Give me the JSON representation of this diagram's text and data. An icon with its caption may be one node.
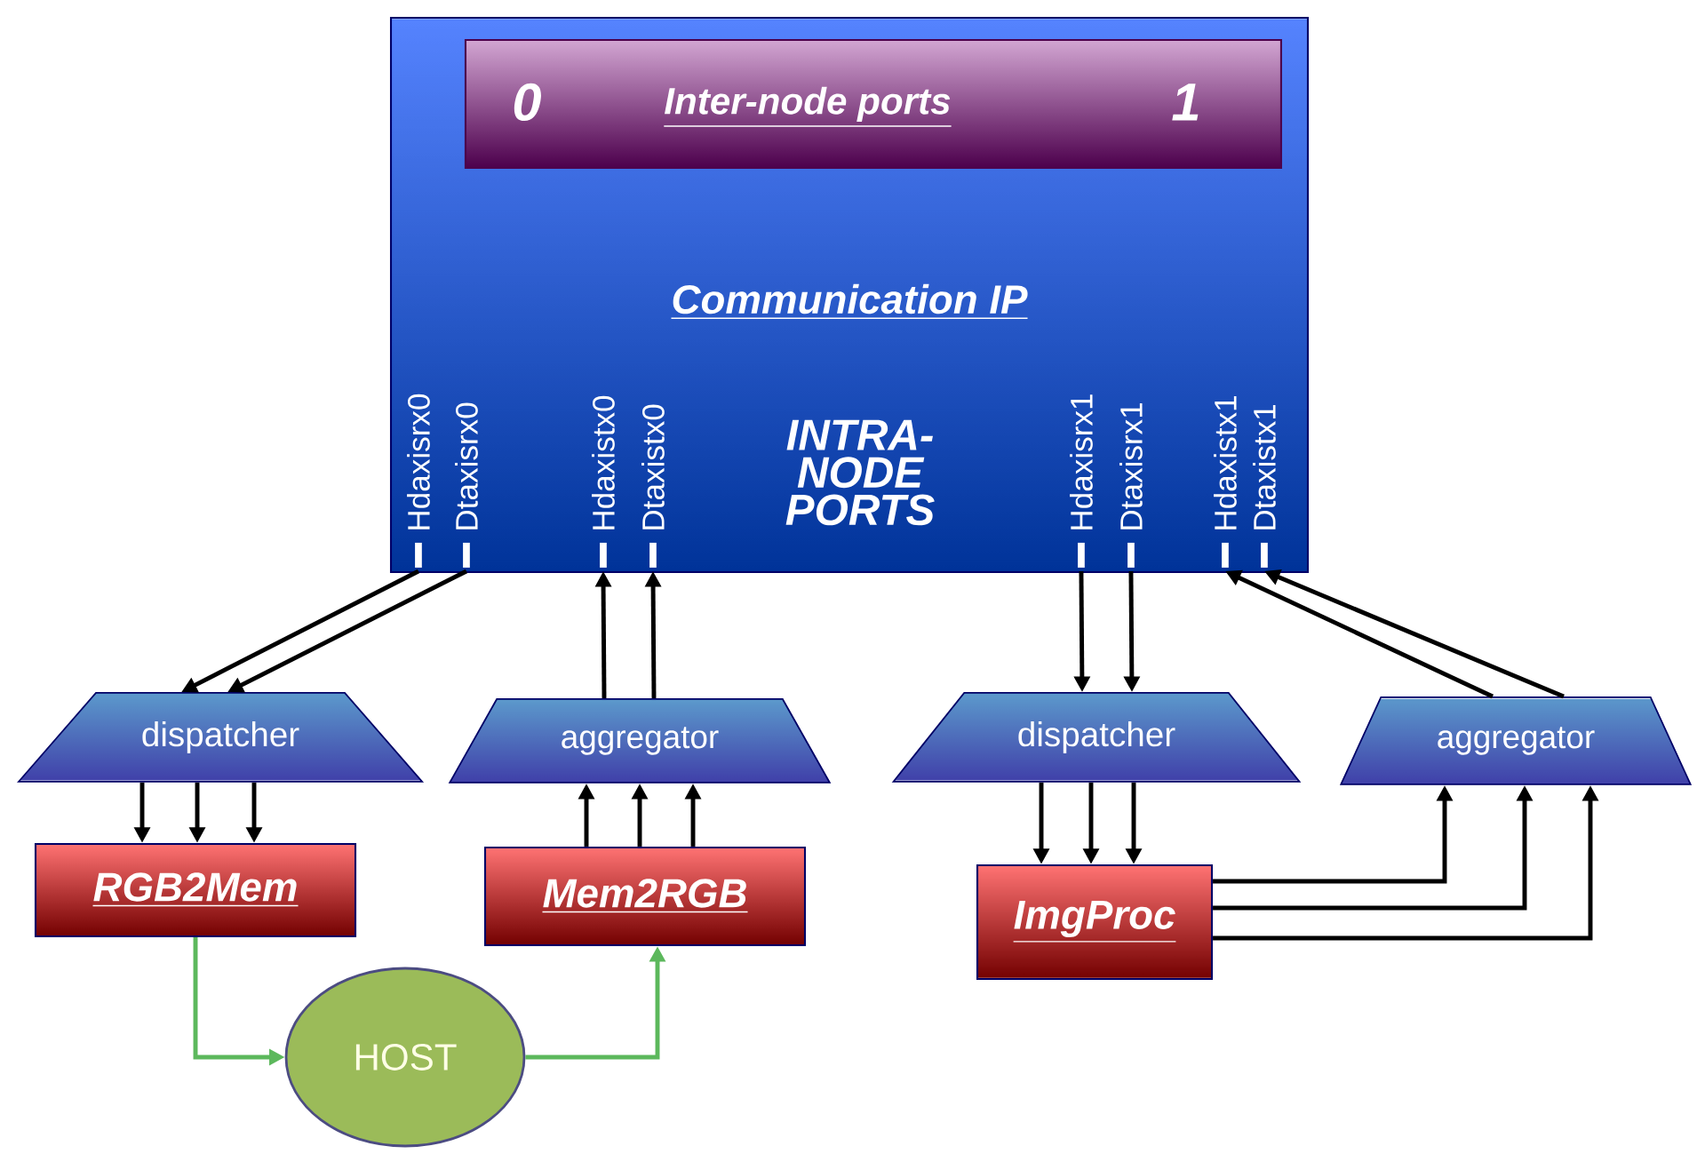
{
  "diagram": {
    "nodes": [
      {
        "text": [
          "Communication IP",
          "INTRA-NODE PORTS"
        ]
      },
      {
        "text": [
          "0",
          "Inter-node ports",
          "1"
        ],
        "in": 0
      },
      {
        "text": [
          "Hdaxisrx0"
        ],
        "in": 0
      },
      {
        "text": [
          "Dtaxisrx0"
        ],
        "in": 0
      },
      {
        "text": [
          "Hdaxistx0"
        ],
        "in": 0
      },
      {
        "text": [
          "Dtaxistx0"
        ],
        "in": 0
      },
      {
        "text": [
          "Hdaxisrx1"
        ],
        "in": 0
      },
      {
        "text": [
          "Dtaxisrx1"
        ],
        "in": 0
      },
      {
        "text": [
          "Hdaxistx1"
        ],
        "in": 0
      },
      {
        "text": [
          "Dtaxistx1"
        ],
        "in": 0
      },
      {
        "text": [
          "dispatcher"
        ]
      },
      {
        "text": [
          "aggregator"
        ]
      },
      {
        "text": [
          "dispatcher"
        ]
      },
      {
        "text": [
          "aggregator"
        ]
      },
      {
        "text": [
          "RGB2Mem"
        ]
      },
      {
        "text": [
          "Mem2RGB"
        ]
      },
      {
        "text": [
          "ImgProc"
        ]
      },
      {
        "text": [
          "HOST"
        ]
      }
    ],
    "edges": [
      {
        "from": 2,
        "to": 10,
        "arrow": "to"
      },
      {
        "from": 3,
        "to": 10,
        "arrow": "to"
      },
      {
        "from": 11,
        "to": 4,
        "arrow": "to"
      },
      {
        "from": 11,
        "to": 5,
        "arrow": "to"
      },
      {
        "from": 6,
        "to": 12,
        "arrow": "to"
      },
      {
        "from": 7,
        "to": 12,
        "arrow": "to"
      },
      {
        "from": 13,
        "to": 8,
        "arrow": "to"
      },
      {
        "from": 13,
        "to": 9,
        "arrow": "to"
      },
      {
        "from": 10,
        "to": 14,
        "arrow": "to"
      },
      {
        "from": 10,
        "to": 14,
        "arrow": "to"
      },
      {
        "from": 10,
        "to": 14,
        "arrow": "to"
      },
      {
        "from": 15,
        "to": 11,
        "arrow": "to"
      },
      {
        "from": 15,
        "to": 11,
        "arrow": "to"
      },
      {
        "from": 15,
        "to": 11,
        "arrow": "to"
      },
      {
        "from": 12,
        "to": 16,
        "arrow": "to"
      },
      {
        "from": 12,
        "to": 16,
        "arrow": "to"
      },
      {
        "from": 12,
        "to": 16,
        "arrow": "to"
      },
      {
        "from": 16,
        "to": 13,
        "arrow": "to"
      },
      {
        "from": 16,
        "to": 13,
        "arrow": "to"
      },
      {
        "from": 16,
        "to": 13,
        "arrow": "to"
      },
      {
        "from": 14,
        "to": 17,
        "arrow": "to",
        "color": "#5cb85c"
      },
      {
        "from": 17,
        "to": 15,
        "arrow": "to",
        "color": "#5cb85c"
      }
    ]
  }
}
